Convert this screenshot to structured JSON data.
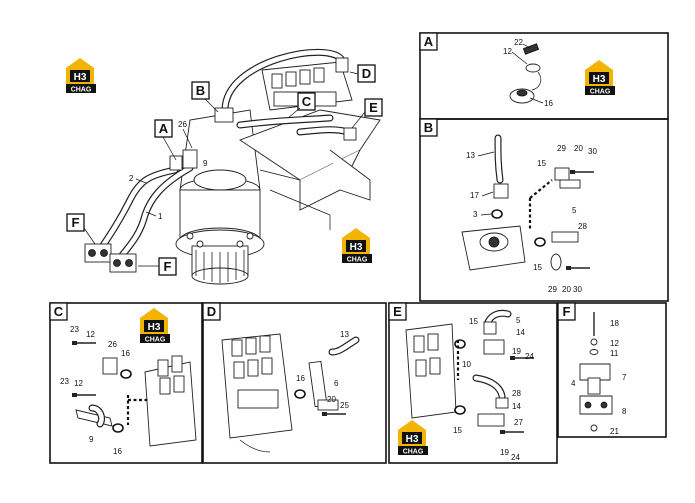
{
  "panels": {
    "A": "A",
    "B": "B",
    "C": "C",
    "D": "D",
    "E": "E",
    "F": "F"
  },
  "callouts": {
    "A": "A",
    "B": "B",
    "C": "C",
    "D": "D",
    "E": "E",
    "F1": "F",
    "F2": "F"
  },
  "logo": {
    "mark": "H3",
    "text": "CHAG",
    "color": "#f2b400"
  },
  "main_numbers": {
    "n26": "26",
    "n9": "9",
    "n2": "2",
    "n1": "1"
  },
  "panel_a": {
    "n22": "22",
    "n12": "12",
    "n16": "16"
  },
  "panel_b": {
    "n13": "13",
    "n29a": "29",
    "n20a": "20",
    "n30a": "30",
    "n15a": "15",
    "n17": "17",
    "n5": "5",
    "n3": "3",
    "n28": "28",
    "n15b": "15",
    "n29b": "29",
    "n20b": "20",
    "n30b": "30"
  },
  "panel_c": {
    "n23a": "23",
    "n12a": "12",
    "n26": "26",
    "n16a": "16",
    "n23b": "23",
    "n12b": "12",
    "n9": "9",
    "n16b": "16"
  },
  "panel_d": {
    "n13": "13",
    "n16": "16",
    "n6": "6",
    "n20": "20",
    "n25": "25"
  },
  "panel_e": {
    "n15a": "15",
    "n5": "5",
    "n14a": "14",
    "n10": "10",
    "n19a": "19",
    "n24a": "24",
    "n28": "28",
    "n14b": "14",
    "n15b": "15",
    "n27": "27",
    "n19b": "19",
    "n24b": "24"
  },
  "panel_f": {
    "n18": "18",
    "n12": "12",
    "n11": "11",
    "n4": "4",
    "n7": "7",
    "n8": "8",
    "n21": "21"
  }
}
